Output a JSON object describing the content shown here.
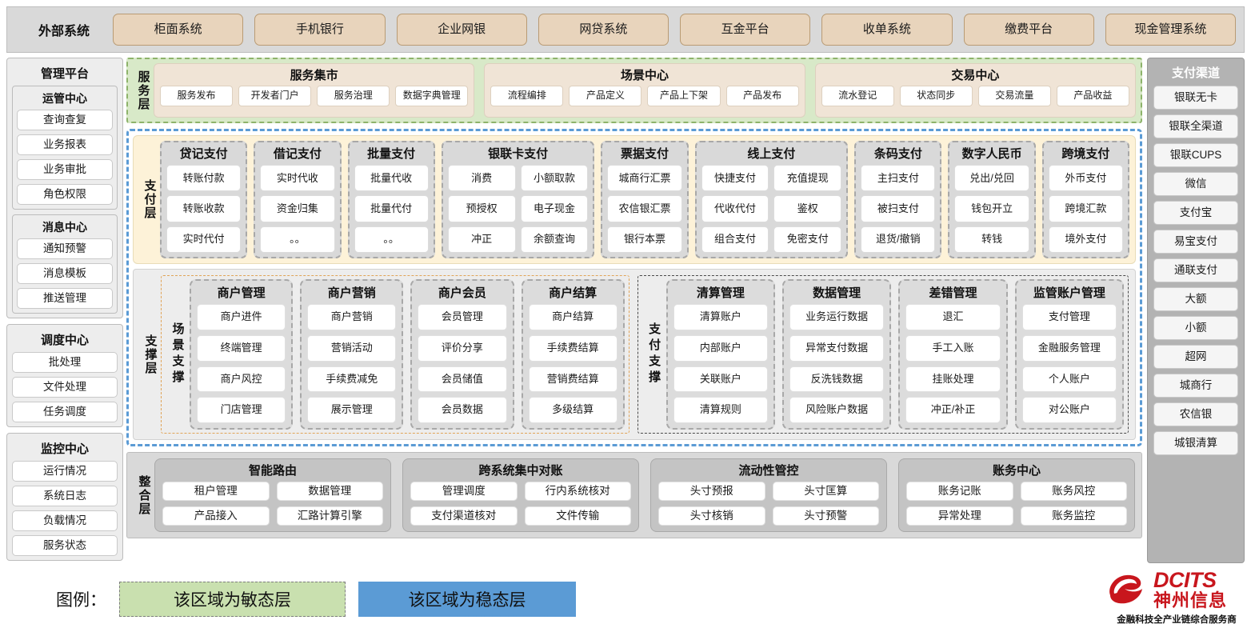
{
  "external": {
    "title": "外部系统",
    "items": [
      "柜面系统",
      "手机银行",
      "企业网银",
      "网贷系统",
      "互金平台",
      "收单系统",
      "缴费平台",
      "现金管理系统"
    ]
  },
  "management_platform": {
    "title": "管理平台",
    "subgroups": [
      {
        "title": "运管中心",
        "items": [
          "查询查复",
          "业务报表",
          "业务审批",
          "角色权限"
        ]
      },
      {
        "title": "消息中心",
        "items": [
          "通知预警",
          "消息模板",
          "推送管理"
        ]
      }
    ]
  },
  "left_groups": [
    {
      "title": "调度中心",
      "items": [
        "批处理",
        "文件处理",
        "任务调度"
      ]
    },
    {
      "title": "监控中心",
      "items": [
        "运行情况",
        "系统日志",
        "负载情况",
        "服务状态"
      ]
    }
  ],
  "payment_channels": {
    "title": "支付渠道",
    "items": [
      "银联无卡",
      "银联全渠道",
      "银联CUPS",
      "微信",
      "支付宝",
      "易宝支付",
      "通联支付",
      "大额",
      "小额",
      "超网",
      "城商行",
      "农信银",
      "城银清算"
    ]
  },
  "service_layer": {
    "label": "服务层",
    "groups": [
      {
        "title": "服务集市",
        "items": [
          "服务发布",
          "开发者门户",
          "服务治理",
          "数据字典管理"
        ]
      },
      {
        "title": "场景中心",
        "items": [
          "流程编排",
          "产品定义",
          "产品上下架",
          "产品发布"
        ]
      },
      {
        "title": "交易中心",
        "items": [
          "流水登记",
          "状态同步",
          "交易流量",
          "产品收益"
        ]
      }
    ]
  },
  "payment_layer": {
    "label": "支付层",
    "groups": [
      {
        "title": "贷记支付",
        "cols": 1,
        "rows": [
          [
            "转账付款"
          ],
          [
            "转账收款"
          ],
          [
            "实时代付"
          ]
        ]
      },
      {
        "title": "借记支付",
        "cols": 1,
        "rows": [
          [
            "实时代收"
          ],
          [
            "资金归集"
          ],
          [
            "。。"
          ]
        ]
      },
      {
        "title": "批量支付",
        "cols": 1,
        "rows": [
          [
            "批量代收"
          ],
          [
            "批量代付"
          ],
          [
            "。。"
          ]
        ]
      },
      {
        "title": "银联卡支付",
        "cols": 2,
        "rows": [
          [
            "消费",
            "小额取款"
          ],
          [
            "预授权",
            "电子现金"
          ],
          [
            "冲正",
            "余额查询"
          ]
        ]
      },
      {
        "title": "票据支付",
        "cols": 1,
        "rows": [
          [
            "城商行汇票"
          ],
          [
            "农信银汇票"
          ],
          [
            "银行本票"
          ]
        ]
      },
      {
        "title": "线上支付",
        "cols": 2,
        "rows": [
          [
            "快捷支付",
            "充值提现"
          ],
          [
            "代收代付",
            "鉴权"
          ],
          [
            "组合支付",
            "免密支付"
          ]
        ]
      },
      {
        "title": "条码支付",
        "cols": 1,
        "rows": [
          [
            "主扫支付"
          ],
          [
            "被扫支付"
          ],
          [
            "退货/撤销"
          ]
        ]
      },
      {
        "title": "数字人民币",
        "cols": 1,
        "rows": [
          [
            "兑出/兑回"
          ],
          [
            "钱包开立"
          ],
          [
            "转钱"
          ]
        ]
      },
      {
        "title": "跨境支付",
        "cols": 1,
        "rows": [
          [
            "外币支付"
          ],
          [
            "跨境汇款"
          ],
          [
            "境外支付"
          ]
        ]
      }
    ]
  },
  "support_layer": {
    "label": "支撑层",
    "panels": [
      {
        "label": "场景支撑",
        "groups": [
          {
            "title": "商户管理",
            "items": [
              "商户进件",
              "终端管理",
              "商户风控",
              "门店管理"
            ]
          },
          {
            "title": "商户营销",
            "items": [
              "商户营销",
              "营销活动",
              "手续费减免",
              "展示管理"
            ]
          },
          {
            "title": "商户会员",
            "items": [
              "会员管理",
              "评价分享",
              "会员储值",
              "会员数据"
            ]
          },
          {
            "title": "商户结算",
            "items": [
              "商户结算",
              "手续费结算",
              "营销费结算",
              "多级结算"
            ]
          }
        ]
      },
      {
        "label": "支付支撑",
        "groups": [
          {
            "title": "清算管理",
            "items": [
              "清算账户",
              "内部账户",
              "关联账户",
              "清算规则"
            ]
          },
          {
            "title": "数据管理",
            "items": [
              "业务运行数据",
              "异常支付数据",
              "反洗钱数据",
              "风险账户数据"
            ]
          },
          {
            "title": "差错管理",
            "items": [
              "退汇",
              "手工入账",
              "挂账处理",
              "冲正/补正"
            ]
          },
          {
            "title": "监管账户管理",
            "items": [
              "支付管理",
              "金融服务管理",
              "个人账户",
              "对公账户"
            ]
          }
        ]
      }
    ]
  },
  "integration_layer": {
    "label": "整合层",
    "groups": [
      {
        "title": "智能路由",
        "rows": [
          [
            "租户管理",
            "数据管理"
          ],
          [
            "产品接入",
            "汇路计算引擎"
          ]
        ]
      },
      {
        "title": "跨系统集中对账",
        "rows": [
          [
            "管理调度",
            "行内系统核对"
          ],
          [
            "支付渠道核对",
            "文件传输"
          ]
        ]
      },
      {
        "title": "流动性管控",
        "rows": [
          [
            "头寸预报",
            "头寸匡算"
          ],
          [
            "头寸核销",
            "头寸预警"
          ]
        ]
      },
      {
        "title": "账务中心",
        "rows": [
          [
            "账务记账",
            "账务风控"
          ],
          [
            "异常处理",
            "账务监控"
          ]
        ]
      }
    ]
  },
  "legend": {
    "label": "图例：",
    "agile": "该区域为敏态层",
    "stable": "该区域为稳态层"
  },
  "logo": {
    "en": "DCITS",
    "cn": "神州信息",
    "tagline": "金融科技全产业链综合服务商"
  },
  "colors": {
    "agile_green": "#c9e0af",
    "stable_blue": "#5b9bd5",
    "external_tan": "#e8d4bc",
    "payment_cream": "#fdf2d8",
    "brand_red": "#c8161d"
  }
}
